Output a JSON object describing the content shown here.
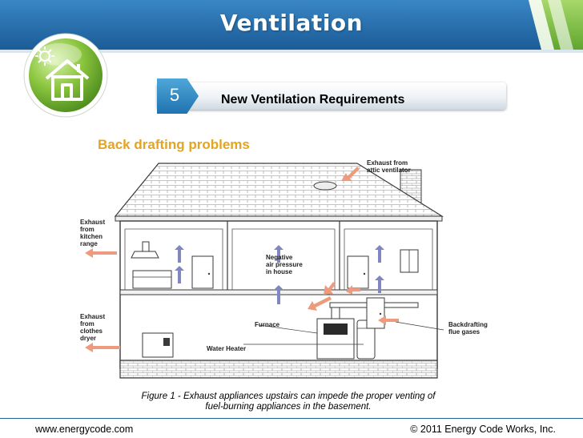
{
  "header": {
    "title": "Ventilation"
  },
  "step": {
    "number": "5",
    "label": "New Ventilation Requirements"
  },
  "subtitle": "Back drafting problems",
  "diagram": {
    "labels": {
      "attic_line1": "Exhaust from",
      "attic_line2": "attic ventilator",
      "kitchen_line1": "Exhaust",
      "kitchen_line2": "from",
      "kitchen_line3": "kitchen",
      "kitchen_line4": "range",
      "negative_line1": "Negative",
      "negative_line2": "air pressure",
      "negative_line3": "in house",
      "dryer_line1": "Exhaust",
      "dryer_line2": "from",
      "dryer_line3": "clothes",
      "dryer_line4": "dryer",
      "furnace": "Furnace",
      "water_heater": "Water Heater",
      "backdraft_line1": "Backdrafting",
      "backdraft_line2": "flue gases"
    },
    "caption_line1": "Figure 1 - Exhaust appliances upstairs can impede the proper venting of",
    "caption_line2": "fuel-burning appliances in the basement.",
    "colors": {
      "arrow_up": "#7f86c2",
      "arrow_out": "#ee9a7c",
      "outline": "#3a3a3a"
    }
  },
  "footer": {
    "left": "www.energycode.com",
    "right": "© 2011 Energy Code Works, Inc."
  },
  "theme": {
    "banner_green": "#7dc242",
    "banner_blue": "#1f63a0",
    "subtitle_gold": "#e3a421"
  }
}
